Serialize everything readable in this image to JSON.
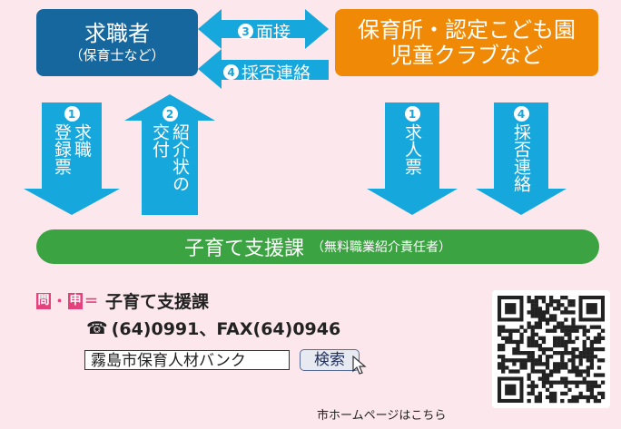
{
  "seeker_box": {
    "title": "求職者",
    "subtitle": "（保育士など）"
  },
  "facility_box": {
    "line1": "保育所・認定こども園",
    "line2": "児童クラブなど"
  },
  "arrows": {
    "interview": {
      "number": "3",
      "label": "面接"
    },
    "hire_notice_top": {
      "number": "4",
      "label": "採否連絡"
    },
    "seeker_register": {
      "number": "1",
      "label_col1": "求職",
      "label_col2": "登録票",
      "label_full": "求職登録票"
    },
    "referral": {
      "number": "2",
      "label_col1": "紹介状の",
      "label_col2": "交付",
      "label_full": "紹介状の交付"
    },
    "job_offer": {
      "number": "1",
      "label_col1": "求人票",
      "label_full": "求人票"
    },
    "hire_notice_side": {
      "number": "4",
      "label_col1": "採否連絡",
      "label_full": "採否連絡"
    }
  },
  "section_bar": {
    "title": "子育て支援課",
    "subtitle": "（無料職業紹介責任者）"
  },
  "contact": {
    "tag_inquiry": "問",
    "dot": "・",
    "tag_apply": "申",
    "equals": "＝",
    "department": "子育て支援課",
    "phone_icon": "☎",
    "phone_text": "(64)0991、FAX(64)0946"
  },
  "search": {
    "query": "霧島市保育人材バンク",
    "button_label": "検索"
  },
  "qr": {
    "caption": "市ホームページはこちら"
  },
  "colors": {
    "background": "#fce8ec",
    "seeker_box": "#17679f",
    "facility_box": "#f08a06",
    "arrow": "#16a7dc",
    "bar": "#3ba341",
    "tag": "#e4427c"
  }
}
